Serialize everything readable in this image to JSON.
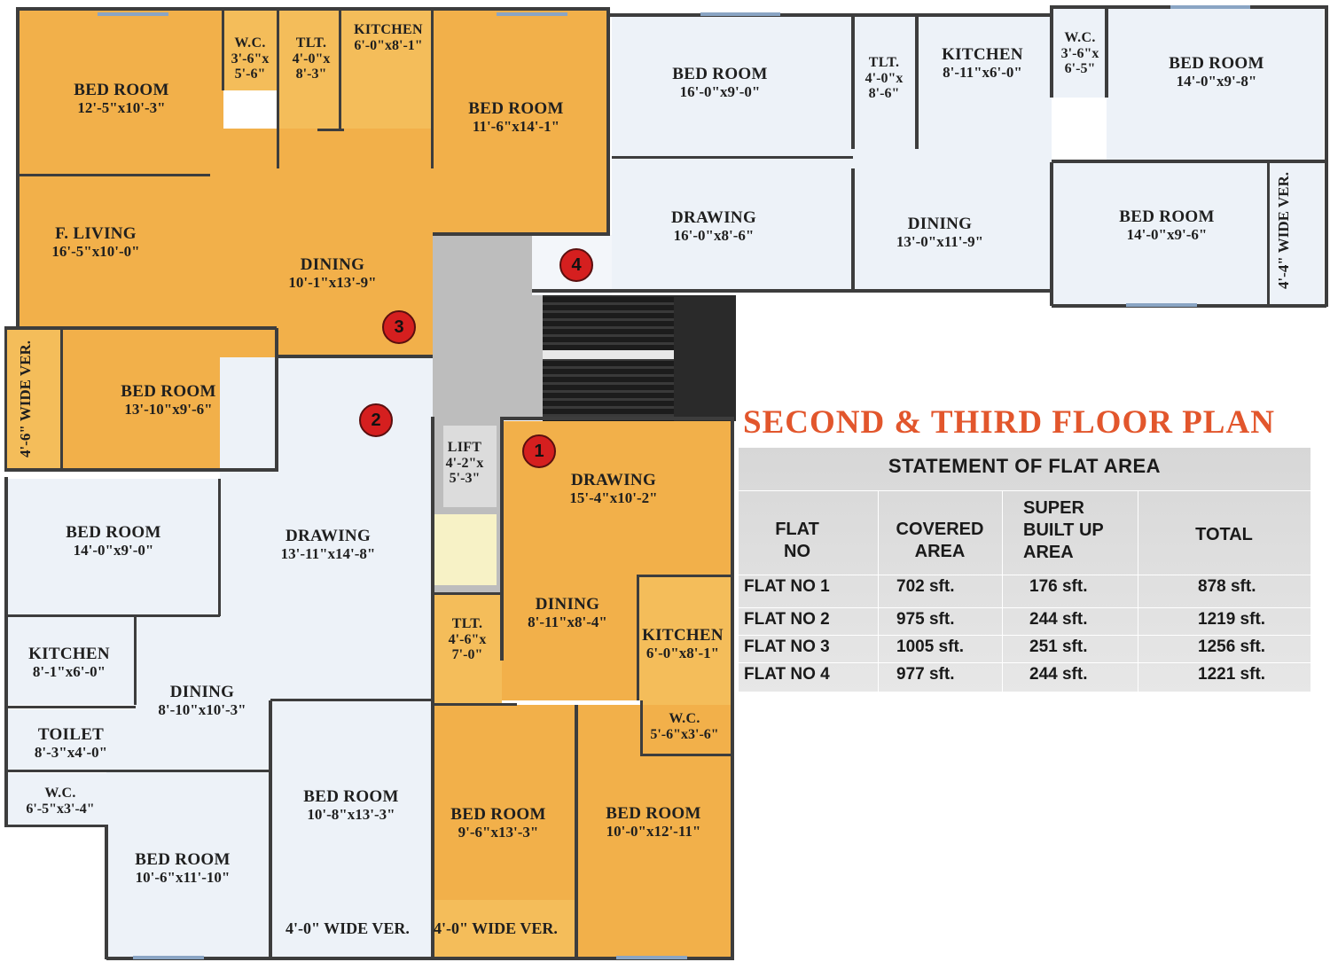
{
  "title": "SECOND & THIRD FLOOR PLAN",
  "markers": [
    "1",
    "2",
    "3",
    "4"
  ],
  "rooms": {
    "f3_bed1": {
      "name": "BED ROOM",
      "dim": "12'-5\"x10'-3\""
    },
    "f3_wc": {
      "name": "W.C.",
      "dim1": "3'-6\"x",
      "dim2": "5'-6\""
    },
    "f3_tlt": {
      "name": "TLT.",
      "dim1": "4'-0\"x",
      "dim2": "8'-3\""
    },
    "f3_kitchen": {
      "name": "KITCHEN",
      "dim": "6'-0\"x8'-1\""
    },
    "f3_bed2": {
      "name": "BED ROOM",
      "dim": "11'-6\"x14'-1\""
    },
    "f3_living": {
      "name": "F. LIVING",
      "dim": "16'-5\"x10'-0\""
    },
    "f3_dining": {
      "name": "DINING",
      "dim": "10'-1\"x13'-9\""
    },
    "f3_bed3": {
      "name": "BED ROOM",
      "dim": "13'-10\"x9'-6\""
    },
    "f3_ver": "4'-6\" WIDE VER.",
    "f4_bed1": {
      "name": "BED ROOM",
      "dim": "16'-0\"x9'-0\""
    },
    "f4_tlt": {
      "name": "TLT.",
      "dim1": "4'-0\"x",
      "dim2": "8'-6\""
    },
    "f4_kitchen": {
      "name": "KITCHEN",
      "dim": "8'-11\"x6'-0\""
    },
    "f4_wc": {
      "name": "W.C.",
      "dim1": "3'-6\"x",
      "dim2": "6'-5\""
    },
    "f4_bed2": {
      "name": "BED ROOM",
      "dim": "14'-0\"x9'-8\""
    },
    "f4_drawing": {
      "name": "DRAWING",
      "dim": "16'-0\"x8'-6\""
    },
    "f4_dining": {
      "name": "DINING",
      "dim": "13'-0\"x11'-9\""
    },
    "f4_bed3": {
      "name": "BED ROOM",
      "dim": "14'-0\"x9'-6\""
    },
    "f4_ver": "4'-4\" WIDE VER.",
    "lift": {
      "name": "LIFT",
      "dim1": "4'-2\"x",
      "dim2": "5'-3\""
    },
    "f2_bed1": {
      "name": "BED ROOM",
      "dim": "14'-0\"x9'-0\""
    },
    "f2_drawing": {
      "name": "DRAWING",
      "dim": "13'-11\"x14'-8\""
    },
    "f2_kitchen": {
      "name": "KITCHEN",
      "dim": "8'-1\"x6'-0\""
    },
    "f2_dining": {
      "name": "DINING",
      "dim": "8'-10\"x10'-3\""
    },
    "f2_toilet": {
      "name": "TOILET",
      "dim": "8'-3\"x4'-0\""
    },
    "f2_wc": {
      "name": "W.C.",
      "dim": "6'-5\"x3'-4\""
    },
    "f2_bed2": {
      "name": "BED ROOM",
      "dim": "10'-8\"x13'-3\""
    },
    "f2_bed3": {
      "name": "BED ROOM",
      "dim": "10'-6\"x11'-10\""
    },
    "f2_ver": "4'-0\" WIDE VER.",
    "f1_drawing": {
      "name": "DRAWING",
      "dim": "15'-4\"x10'-2\""
    },
    "f1_dining": {
      "name": "DINING",
      "dim": "8'-11\"x8'-4\""
    },
    "f1_tlt": {
      "name": "TLT.",
      "dim1": "4'-6\"x",
      "dim2": "7'-0\""
    },
    "f1_kitchen": {
      "name": "KITCHEN",
      "dim": "6'-0\"x8'-1\""
    },
    "f1_wc": {
      "name": "W.C.",
      "dim": "5'-6\"x3'-6\""
    },
    "f1_bed1": {
      "name": "BED ROOM",
      "dim": "9'-6\"x13'-3\""
    },
    "f1_bed2": {
      "name": "BED ROOM",
      "dim": "10'-0\"x12'-11\""
    },
    "f1_ver": "4'-0\" WIDE VER."
  },
  "table": {
    "caption": "STATEMENT OF FLAT AREA",
    "headers": {
      "flat": [
        "FLAT",
        "NO"
      ],
      "covered": [
        "COVERED",
        "AREA"
      ],
      "super": [
        "SUPER",
        "BUILT UP",
        "AREA"
      ],
      "total": [
        "TOTAL"
      ]
    },
    "rows": [
      {
        "flat": "FLAT NO 1",
        "covered": "702 sft.",
        "super": "176 sft.",
        "total": "878 sft."
      },
      {
        "flat": "FLAT NO 2",
        "covered": "975 sft.",
        "super": "244 sft.",
        "total": "1219 sft."
      },
      {
        "flat": "FLAT NO 3",
        "covered": "1005 sft.",
        "super": "251 sft.",
        "total": "1256 sft."
      },
      {
        "flat": "FLAT NO 4",
        "covered": "977 sft.",
        "super": "244 sft.",
        "total": "1221 sft."
      }
    ]
  },
  "colors": {
    "flat_orange": "#f2b04a",
    "flat_white": "#edf2f8",
    "marker": "#d51f1f",
    "title": "#e2562c"
  }
}
